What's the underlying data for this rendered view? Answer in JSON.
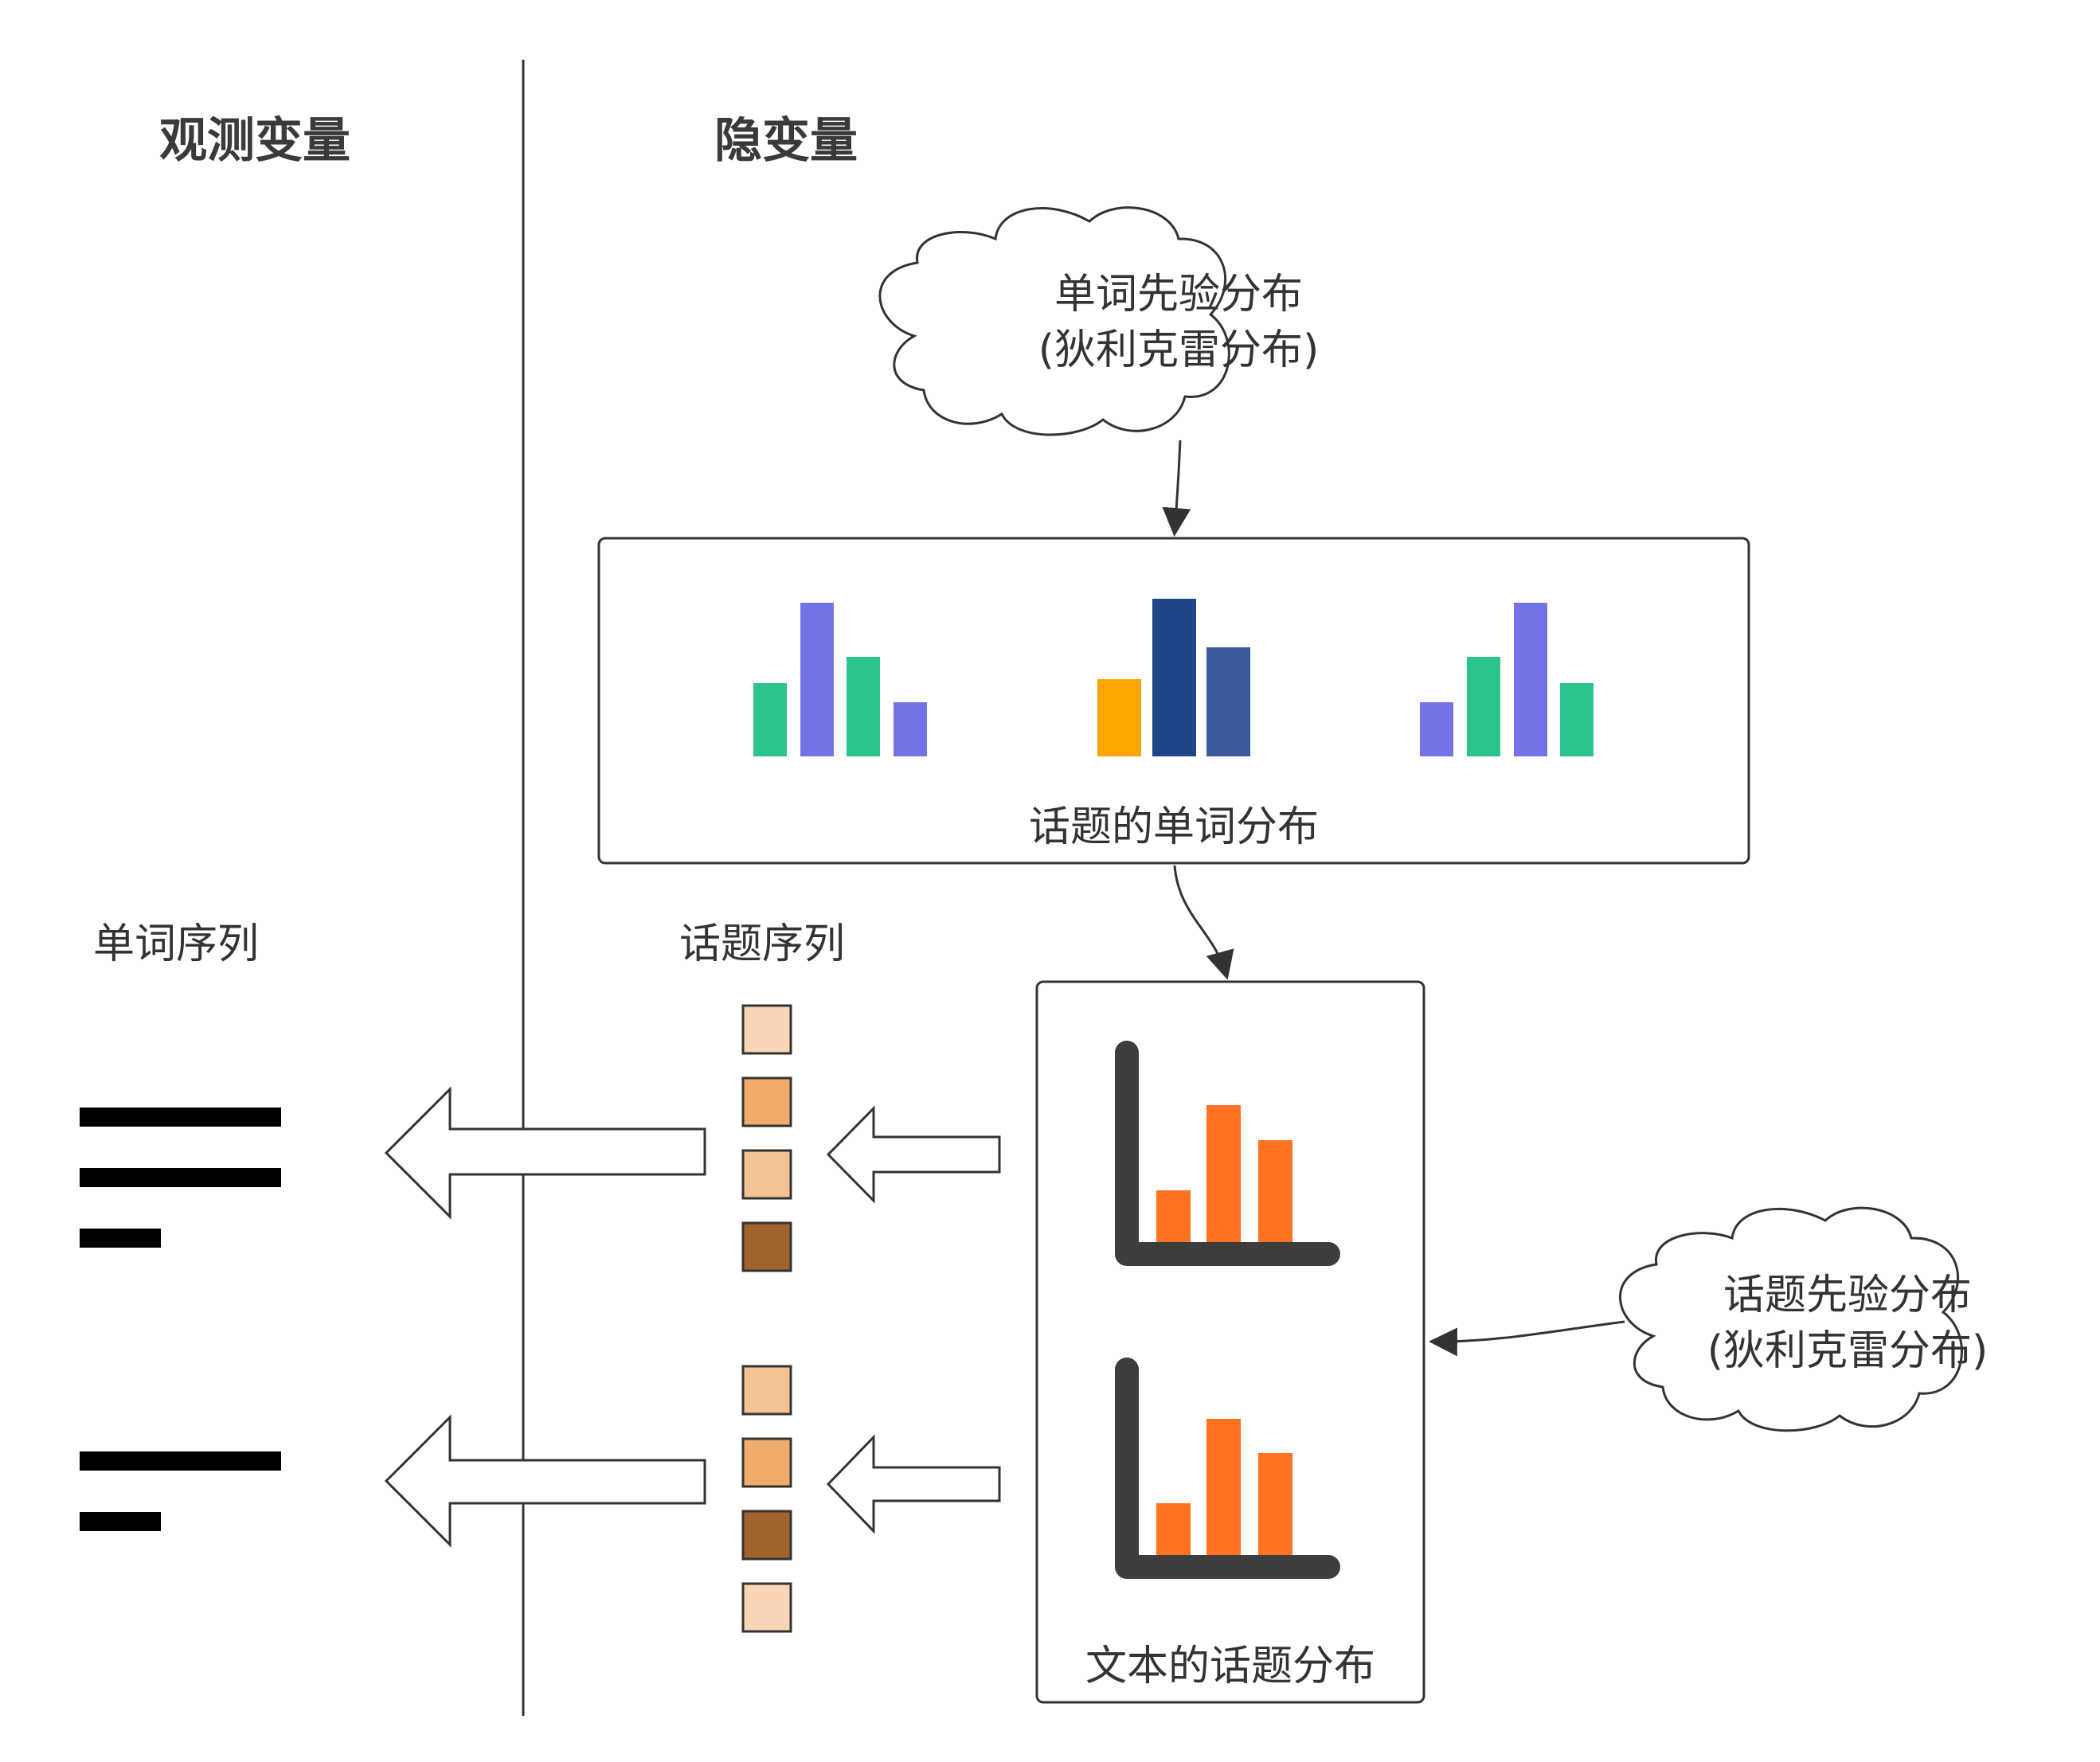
{
  "headers": {
    "observed": "观测变量",
    "latent": "隐变量"
  },
  "word_prior": {
    "line1": "单词先验分布",
    "line2": "(狄利克雷分布)"
  },
  "topic_prior": {
    "line1": "话题先验分布",
    "line2": "(狄利克雷分布)"
  },
  "topic_word_dist": {
    "label": "话题的单词分布"
  },
  "doc_topic_dist": {
    "label": "文本的话题分布"
  },
  "sequences": {
    "word_sequence": "单词序列",
    "topic_sequence": "话题序列"
  },
  "colors": {
    "line": "#333333",
    "green": "#2BC48A",
    "purple": "#7372E6",
    "orange_yellow": "#FFA500",
    "dark_blue": "#1F4589",
    "mid_blue": "#3A5A9C",
    "chart_orange": "#FF7222",
    "axis_dark": "#3D3D3D",
    "tile_light": "#F9D5B5",
    "tile_mid": "#F1AC6C",
    "tile_soft": "#F4C393",
    "tile_brown": "#A1632C"
  }
}
